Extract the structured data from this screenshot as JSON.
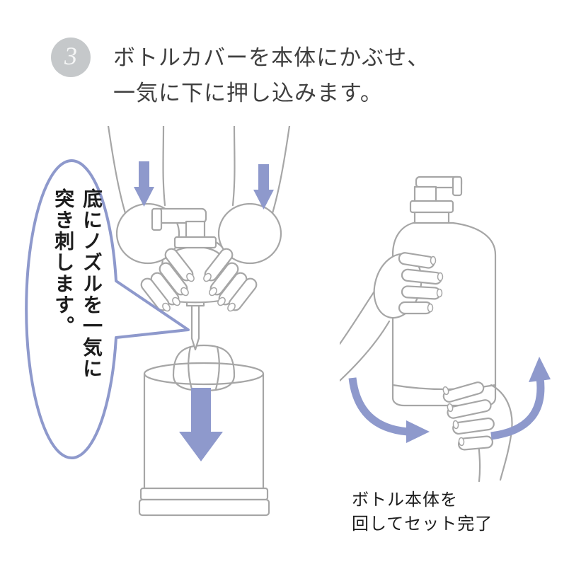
{
  "step": {
    "number": "3",
    "heading_line1": "ボトルカバーを本体にかぶせ、",
    "heading_line2": "一気に下に押し込みます。"
  },
  "speech_bubble": {
    "column1": "底にノズルを一気に",
    "column2": "突き刺します。"
  },
  "caption": {
    "line1": "ボトル本体を",
    "line2": "回してセット完了"
  },
  "illustrations": {
    "left": {
      "name": "push-cover-onto-body-illustration",
      "icons": [
        "down-arrow-icon",
        "down-arrow-icon",
        "large-down-arrow-icon"
      ]
    },
    "right": {
      "name": "rotate-bottle-illustration",
      "icons": [
        "rotate-arrow-left-icon",
        "rotate-arrow-right-icon"
      ]
    }
  },
  "colors": {
    "accent": "#8e99cc",
    "line": "#a6a6a6",
    "heading_text": "#3f3f3f",
    "body_text": "#1c1c1c",
    "step_circle": "#c5c8ca",
    "step_number": "#f5f6f6"
  }
}
